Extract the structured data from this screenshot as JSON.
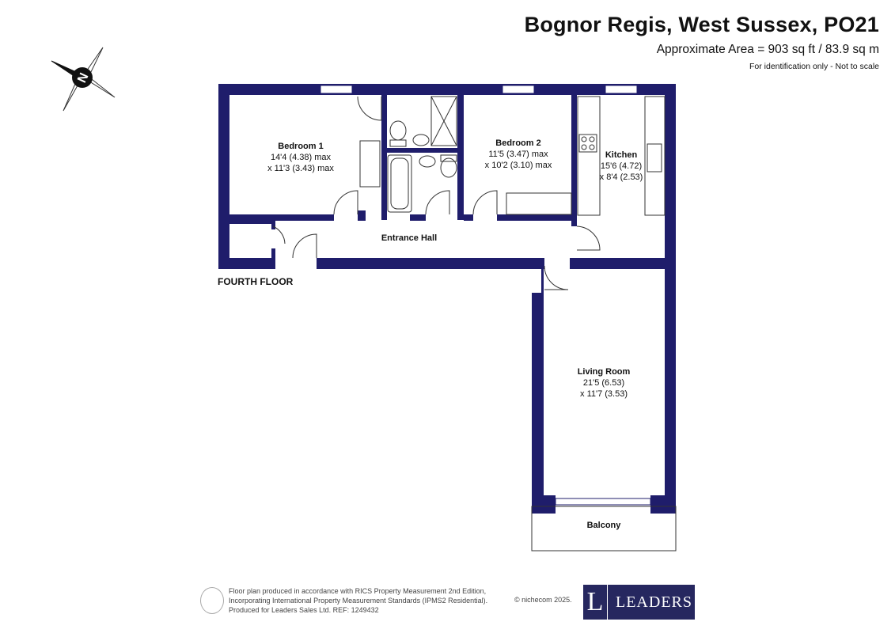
{
  "header": {
    "title": "Bognor Regis, West Sussex, PO21",
    "area": "Approximate Area = 903 sq ft / 83.9 sq m",
    "disclaimer": "For identification only - Not to scale"
  },
  "compass": {
    "label": "N",
    "icon": "north-compass-icon"
  },
  "floor_label": "FOURTH FLOOR",
  "rooms": {
    "bedroom1": {
      "name": "Bedroom 1",
      "dim1": "14'4 (4.38) max",
      "dim2": "x 11'3 (3.43) max"
    },
    "bedroom2": {
      "name": "Bedroom 2",
      "dim1": "11'5 (3.47) max",
      "dim2": "x 10'2 (3.10) max"
    },
    "kitchen": {
      "name": "Kitchen",
      "dim1": "15'6 (4.72)",
      "dim2": "x 8'4 (2.53)"
    },
    "entrance_hall": {
      "name": "Entrance Hall"
    },
    "living_room": {
      "name": "Living Room",
      "dim1": "21'5 (6.53)",
      "dim2": "x 11'7 (3.53)"
    },
    "balcony": {
      "name": "Balcony"
    }
  },
  "footer": {
    "line1": "Floor plan produced in accordance with RICS Property Measurement 2nd Edition,",
    "line2": "Incorporating International Property Measurement Standards (IPMS2 Residential).",
    "line3": "Produced for Leaders Sales Ltd.   REF: 1249432",
    "copyright": "© nichecom 2025.",
    "logo_letter": "L",
    "logo_word": "LEADERS"
  },
  "colors": {
    "wall": "#1f1d6b",
    "logo_bg": "#26275f"
  }
}
